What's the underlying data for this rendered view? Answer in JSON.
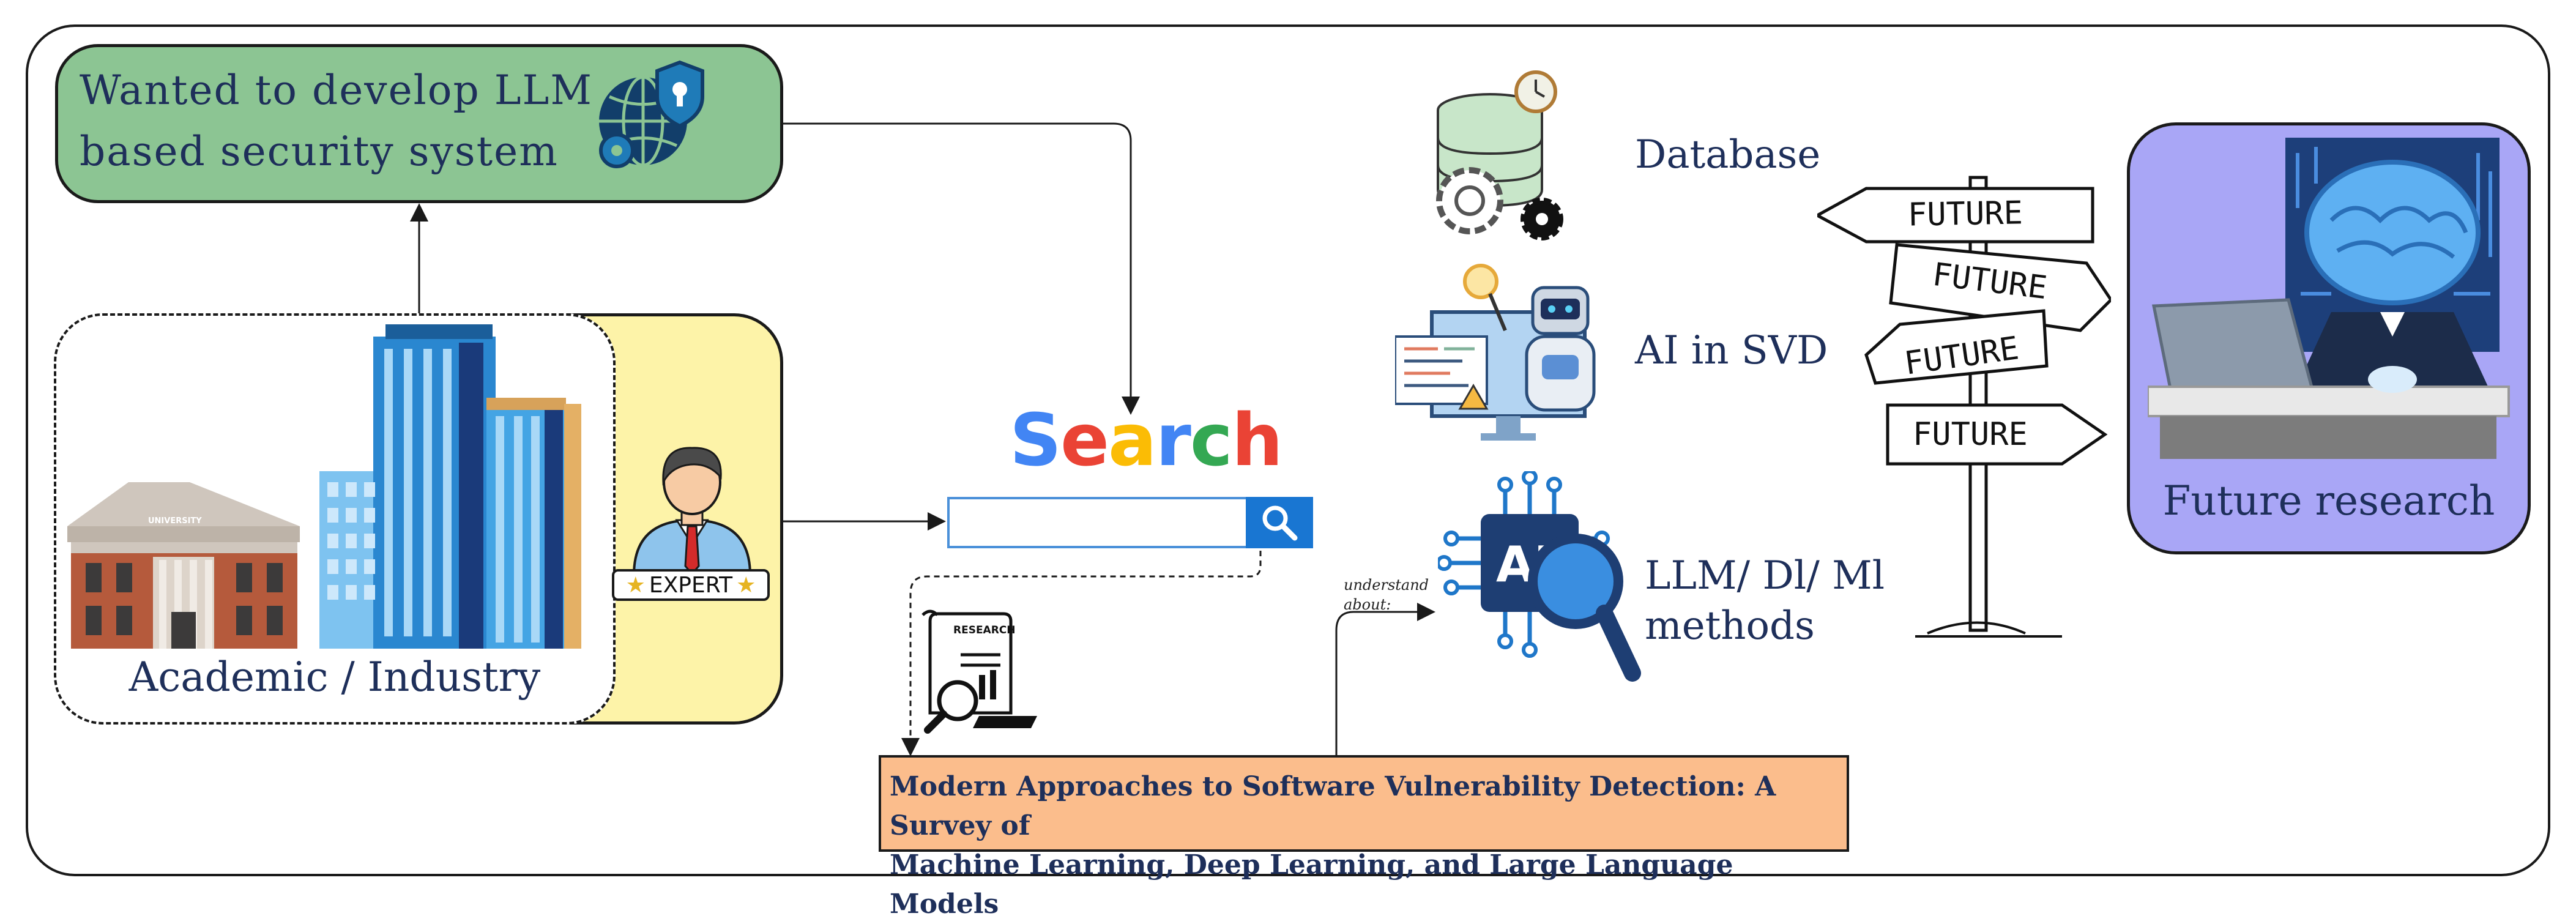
{
  "goal": {
    "line1": "Wanted  to  develop  LLM",
    "line2": "based security system"
  },
  "academic": {
    "label": "Academic / Industry",
    "university_sign": "UNIVERSITY",
    "expert_badge": "EXPERT"
  },
  "search": {
    "word": "Search",
    "letter_colors": [
      "#4285f4",
      "#ea4335",
      "#fbbc05",
      "#4285f4",
      "#34a853",
      "#ea4335"
    ]
  },
  "research_icon": {
    "label": "RESEARCH"
  },
  "paper": {
    "line1": "Modern Approaches to Software Vulnerability Detection: A Survey of",
    "line2": "Machine Learning, Deep Learning, and Large Language Models"
  },
  "annotations": {
    "understand_line1": "understand",
    "understand_line2": "about:"
  },
  "topics": {
    "database": "Database",
    "ai_svd": "AI in SVD",
    "llm_line1": "LLM/  Dl/  Ml",
    "llm_line2": "methods",
    "ai_badge": "AI"
  },
  "signpost": [
    "FUTURE",
    "FUTURE",
    "FUTURE",
    "FUTURE"
  ],
  "future": {
    "label": "Future research"
  },
  "colors": {
    "goal_fill": "#8cc593",
    "academic_fill": "#fdf3a8",
    "paper_fill": "#fbbd8c",
    "future_fill": "#a9a6f6",
    "text": "#1e2f5a"
  }
}
